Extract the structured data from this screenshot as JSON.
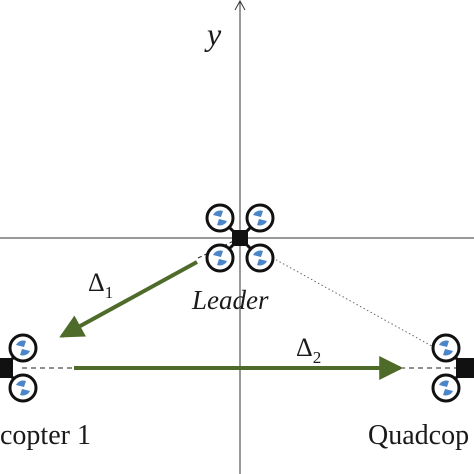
{
  "axes": {
    "y_label": "y"
  },
  "leader": {
    "label": "Leader"
  },
  "quadcopter_1": {
    "label": "copter 1"
  },
  "quadcopter_2": {
    "label": "Quadcop"
  },
  "offsets": {
    "delta_1": {
      "symbol": "Δ",
      "subscript": "1"
    },
    "delta_2": {
      "symbol": "Δ",
      "subscript": "2"
    }
  },
  "colors": {
    "arrow": "#4f6b2a",
    "rotor_blade": "#4a86c8",
    "axis": "#333333"
  },
  "icons": [
    "quadcopter-icon"
  ]
}
